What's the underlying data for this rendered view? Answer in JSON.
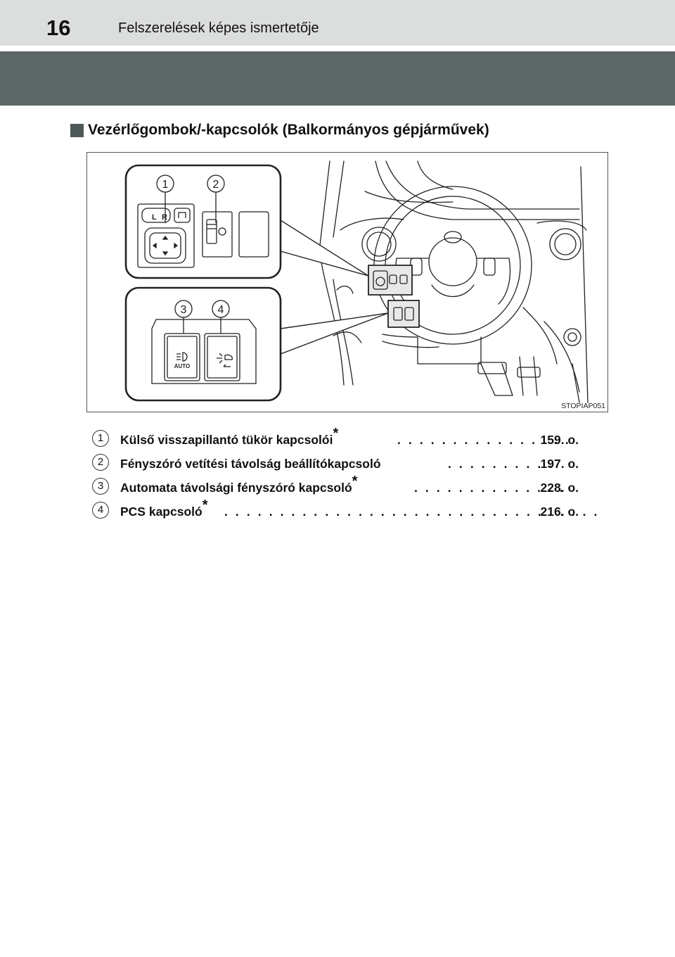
{
  "header": {
    "page_number": "16",
    "running_head": "Felszerelések képes ismertetője"
  },
  "section": {
    "title": "Vezérlőgombok/-kapcsolók (Balkormányos gépjárművek)"
  },
  "figure": {
    "code": "STOPIAP051",
    "callouts": [
      "1",
      "2",
      "3",
      "4"
    ],
    "switch_labels": {
      "mirror_left": "L",
      "mirror_right": "R",
      "auto": "AUTO"
    }
  },
  "items": [
    {
      "num": "1",
      "text": "Külső visszapillantó tükör kapcsolói",
      "star": "*",
      "dots": ". . . . . . . . . . . . . . . .",
      "page": "159. o."
    },
    {
      "num": "2",
      "text": "Fényszóró vetítési távolság beállítókapcsoló",
      "star": "",
      "dots": ". . . . . . . . . .",
      "page": "197. o."
    },
    {
      "num": "3",
      "text": "Automata távolsági fényszóró kapcsoló",
      "star": "*",
      "dots": ". . . . . . . . . . . . . .",
      "page": "228. o."
    },
    {
      "num": "4",
      "text": "PCS kapcsoló",
      "star": "*",
      "dots": ". . . . . . . . . . . . . . . . . . . . . . . . . . . . . . . . . .",
      "page": "216. o."
    }
  ]
}
